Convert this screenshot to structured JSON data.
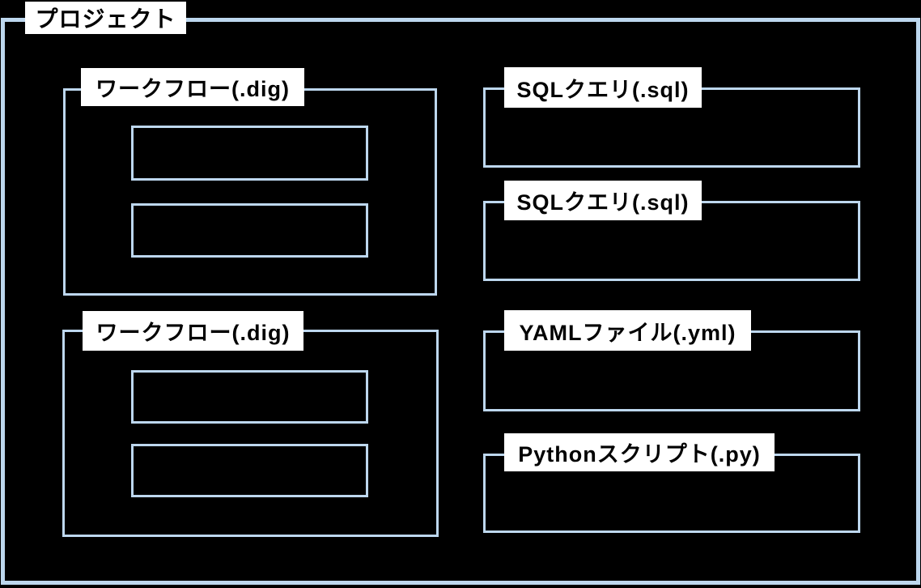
{
  "diagram": {
    "title": "プロジェクト",
    "left_column": [
      {
        "label": "ワークフロー(.dig)",
        "item_box_count": 2
      },
      {
        "label": "ワークフロー(.dig)",
        "item_box_count": 2
      }
    ],
    "right_column": [
      {
        "label": "SQLクエリ(.sql)"
      },
      {
        "label": "SQLクエリ(.sql)"
      },
      {
        "label": "YAMLファイル(.yml)"
      },
      {
        "label": "Pythonスクリプト(.py)"
      }
    ],
    "colors": {
      "background": "#000000",
      "border": "#bdd7ee",
      "label_background": "#ffffff",
      "label_text": "#000000"
    }
  }
}
